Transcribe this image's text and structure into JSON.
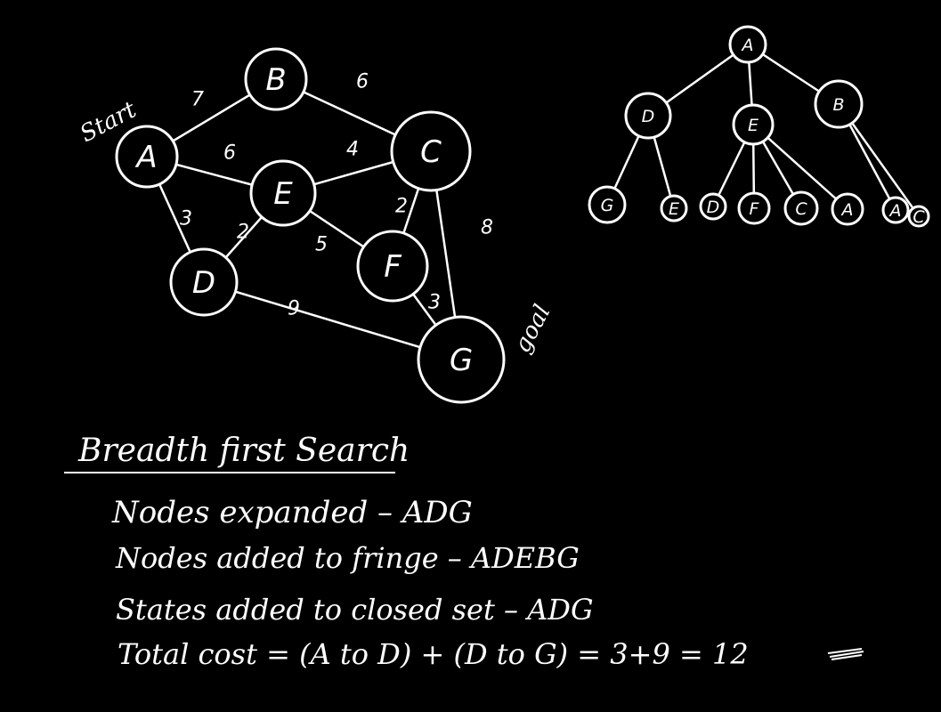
{
  "graph": {
    "nodes": [
      "A",
      "B",
      "C",
      "D",
      "E",
      "F",
      "G"
    ],
    "edges": [
      {
        "from": "A",
        "to": "B",
        "weight": "7"
      },
      {
        "from": "A",
        "to": "E",
        "weight": "6"
      },
      {
        "from": "A",
        "to": "D",
        "weight": "3"
      },
      {
        "from": "B",
        "to": "C",
        "weight": "6"
      },
      {
        "from": "E",
        "to": "C",
        "weight": "4"
      },
      {
        "from": "E",
        "to": "D",
        "weight": "2"
      },
      {
        "from": "E",
        "to": "F",
        "weight": "5"
      },
      {
        "from": "C",
        "to": "F",
        "weight": "2"
      },
      {
        "from": "C",
        "to": "G",
        "weight": "8"
      },
      {
        "from": "D",
        "to": "G",
        "weight": "9"
      },
      {
        "from": "F",
        "to": "G",
        "weight": "3"
      }
    ],
    "start_label": "Start",
    "goal_label": "goal"
  },
  "tree": {
    "root": "A",
    "level1": [
      "D",
      "E",
      "B"
    ],
    "level2": [
      "G",
      "E",
      "D",
      "F",
      "C",
      "A",
      "A",
      "C"
    ]
  },
  "notes": {
    "heading": "Breadth first Search",
    "line1": "Nodes expanded – ADG",
    "line2": "Nodes added to fringe – ADEBG",
    "line3": "States added to closed set – ADG",
    "line4": "Total cost = (A to D) + (D to G) = 3+9 = 12"
  }
}
